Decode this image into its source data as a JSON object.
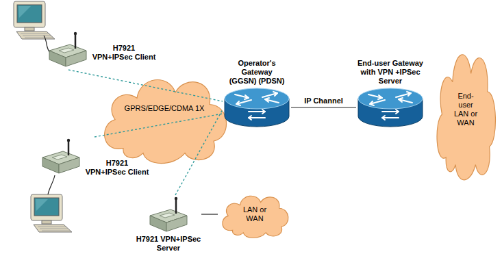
{
  "diagram": {
    "nodes": [
      {
        "text": [
          "H7921 VPN+IPSec Client"
        ]
      },
      {
        "text": [
          "Operator's Gateway (GGSN) (PDSN)"
        ]
      },
      {
        "text": [
          "End-user Gateway with VPN +IPSec Server"
        ]
      },
      {
        "text": [
          "GPRS/EDGE/CDMA 1X"
        ]
      },
      {
        "text": [
          "End-user LAN or WAN"
        ]
      },
      {
        "text": [
          "H7921 VPN+IPSec Client"
        ]
      },
      {
        "text": [
          "H7921 VPN+IPSec Server"
        ]
      },
      {
        "text": [
          "LAN or WAN"
        ]
      }
    ],
    "edges": [
      {
        "from": 0,
        "to": 1,
        "arrow": "none"
      },
      {
        "from": 5,
        "to": 1,
        "arrow": "none"
      },
      {
        "from": 6,
        "to": 1,
        "arrow": "none"
      },
      {
        "from": 1,
        "to": 2,
        "label": "IP Channel",
        "arrow": "none"
      },
      {
        "from": 6,
        "to": 7,
        "arrow": "none"
      }
    ]
  }
}
